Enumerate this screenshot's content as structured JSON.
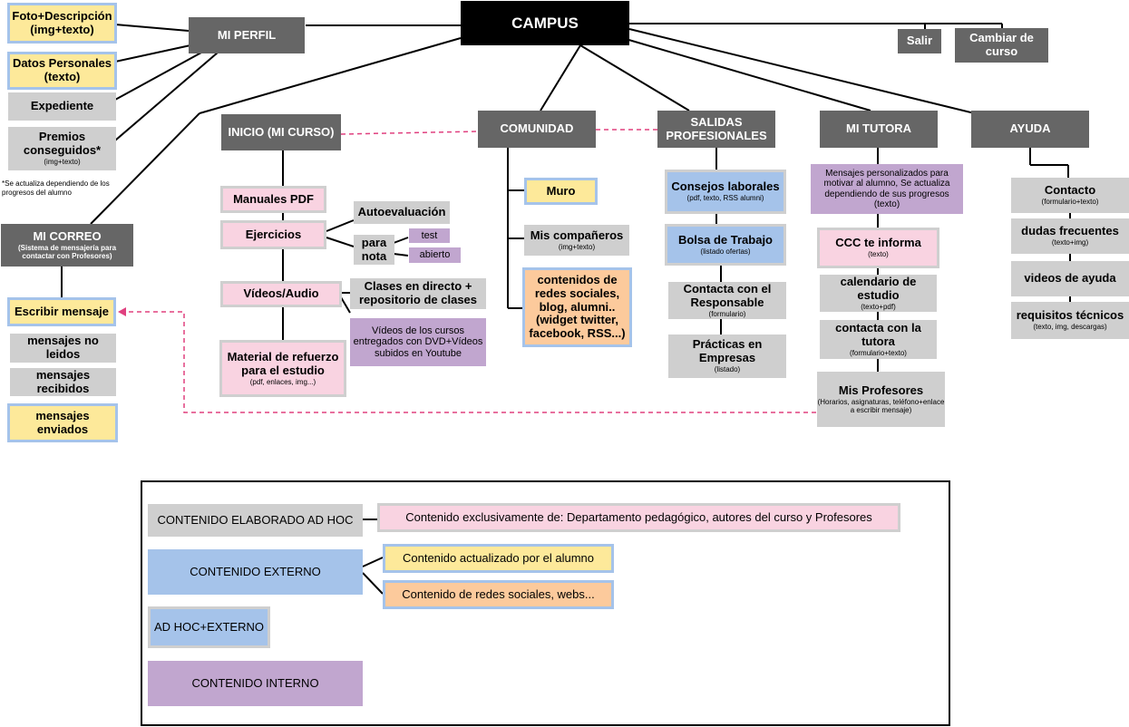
{
  "colors": {
    "header": "#666666",
    "campus": "#000000",
    "adhoc": "#cfcfcf",
    "pink": "#f9d3e1",
    "yellow": "#fde99a",
    "blue": "#a5c3ea",
    "orange": "#fcca9c",
    "purple": "#c1a6cf",
    "dashed_link": "#e0407f"
  },
  "campus": "CAMPUS",
  "top": {
    "salir": "Salir",
    "cambiar": "Cambiar de curso"
  },
  "perfil": {
    "title": "MI PERFIL",
    "foto": "Foto+Descripción (img+texto)",
    "datos": "Datos Personales (texto)",
    "expediente": "Expediente",
    "premios": "Premios conseguidos*",
    "premios_sub": "(img+texto)",
    "note": "*Se actualiza dependiendo de los progresos del alumno"
  },
  "correo": {
    "title": "MI CORREO",
    "sub": "(Sistema de mensajería para contactar con Profesores)",
    "escribir": "Escribir mensaje",
    "no_leidos": "mensajes no leidos",
    "recibidos": "mensajes recibidos",
    "enviados": "mensajes enviados"
  },
  "inicio": {
    "title": "INICIO (MI CURSO)",
    "manuales": "Manuales PDF",
    "ejercicios": "Ejercicios",
    "autoevaluacion": "Autoevaluación",
    "para_nota": "para nota",
    "test": "test",
    "abierto": "abierto",
    "videos": "Vídeos/Audio",
    "clases": "Clases en directo + repositorio de clases",
    "videos_cursos": "Vídeos de los cursos entregados con DVD+Vídeos subidos en Youtube",
    "material": "Material de refuerzo para el estudio",
    "material_sub": "(pdf, enlaces, img...)"
  },
  "comunidad": {
    "title": "COMUNIDAD",
    "muro": "Muro",
    "companeros": "Mis compañeros",
    "companeros_sub": "(img+texto)",
    "redes": "contenidos de redes sociales, blog, alumni.. (widget twitter, facebook, RSS...)"
  },
  "salidas": {
    "title": "SALIDAS PROFESIONALES",
    "consejos": "Consejos laborales",
    "consejos_sub": "(pdf, texto, RSS alumni)",
    "bolsa": "Bolsa de Trabajo",
    "bolsa_sub": "(listado ofertas)",
    "contacta": "Contacta con el Responsable",
    "contacta_sub": "(formulario)",
    "practicas": "Prácticas en Empresas",
    "practicas_sub": "(listado)"
  },
  "tutora": {
    "title": "MI TUTORA",
    "mensajes": "Mensajes personalizados para motivar al alumno, Se actualiza dependiendo de sus progresos (texto)",
    "ccc": "CCC te informa",
    "ccc_sub": "(texto)",
    "calendario": "calendario de estudio",
    "calendario_sub": "(texto+pdf)",
    "contacta": "contacta con la tutora",
    "contacta_sub": "(formulario+texto)",
    "profesores": "Mis Profesores",
    "profesores_sub": "(Horarios, asignaturas, teléfono+enlace a escribir mensaje)"
  },
  "ayuda": {
    "title": "AYUDA",
    "contacto": "Contacto",
    "contacto_sub": "(formulario+texto)",
    "dudas": "dudas frecuentes",
    "dudas_sub": "(texto+img)",
    "videos": "videos de ayuda",
    "requisitos": "requisitos técnicos",
    "requisitos_sub": "(texto, img, descargas)"
  },
  "legend": {
    "adhoc": "CONTENIDO ELABORADO AD HOC",
    "adhoc_desc": "Contenido exclusivamente de: Departamento pedagógico, autores del curso y Profesores",
    "externo": "CONTENIDO EXTERNO",
    "externo_desc1": "Contenido actualizado por el alumno",
    "externo_desc2": "Contenido de redes sociales, webs...",
    "adhoc_externo": "AD HOC+EXTERNO",
    "interno": "CONTENIDO INTERNO"
  }
}
